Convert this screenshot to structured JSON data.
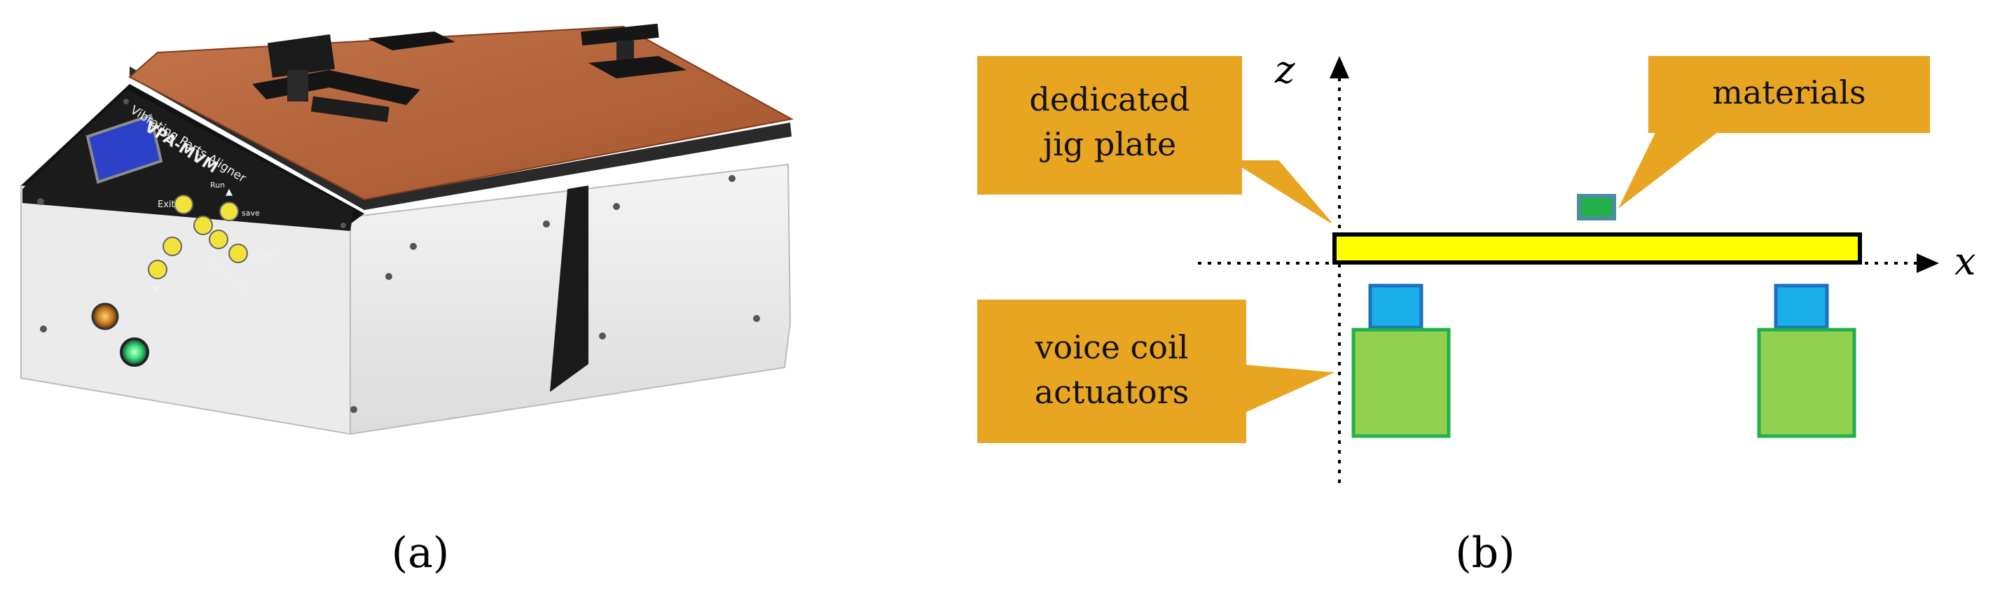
{
  "panel_a": {
    "caption": "(a)",
    "device": {
      "brand_line": "Vibrating Parts Aligner",
      "model": "VPA-MVM",
      "button_labels": {
        "exit": "Exit",
        "run": "Run",
        "up": "▲",
        "save": "save",
        "enter": "Enter",
        "menu": "Menu (Test)",
        "down": "▼"
      }
    }
  },
  "panel_b": {
    "caption": "(b)",
    "axis_z_label": "z",
    "axis_x_label": "x",
    "callouts": {
      "jig_plate": [
        "dedicated",
        "jig plate"
      ],
      "materials": "materials",
      "actuators": [
        "voice coil",
        "actuators"
      ]
    },
    "colors": {
      "callout_fill": "#E8A521",
      "plate_fill": "#FFFF00",
      "actuator_top_fill": "#1AAEEA",
      "actuator_top_stroke": "#1D6FC0",
      "actuator_body_fill": "#92D050",
      "actuator_body_stroke": "#21B04A",
      "material_fill": "#21B04A",
      "material_stroke": "#4A8EA0"
    }
  }
}
